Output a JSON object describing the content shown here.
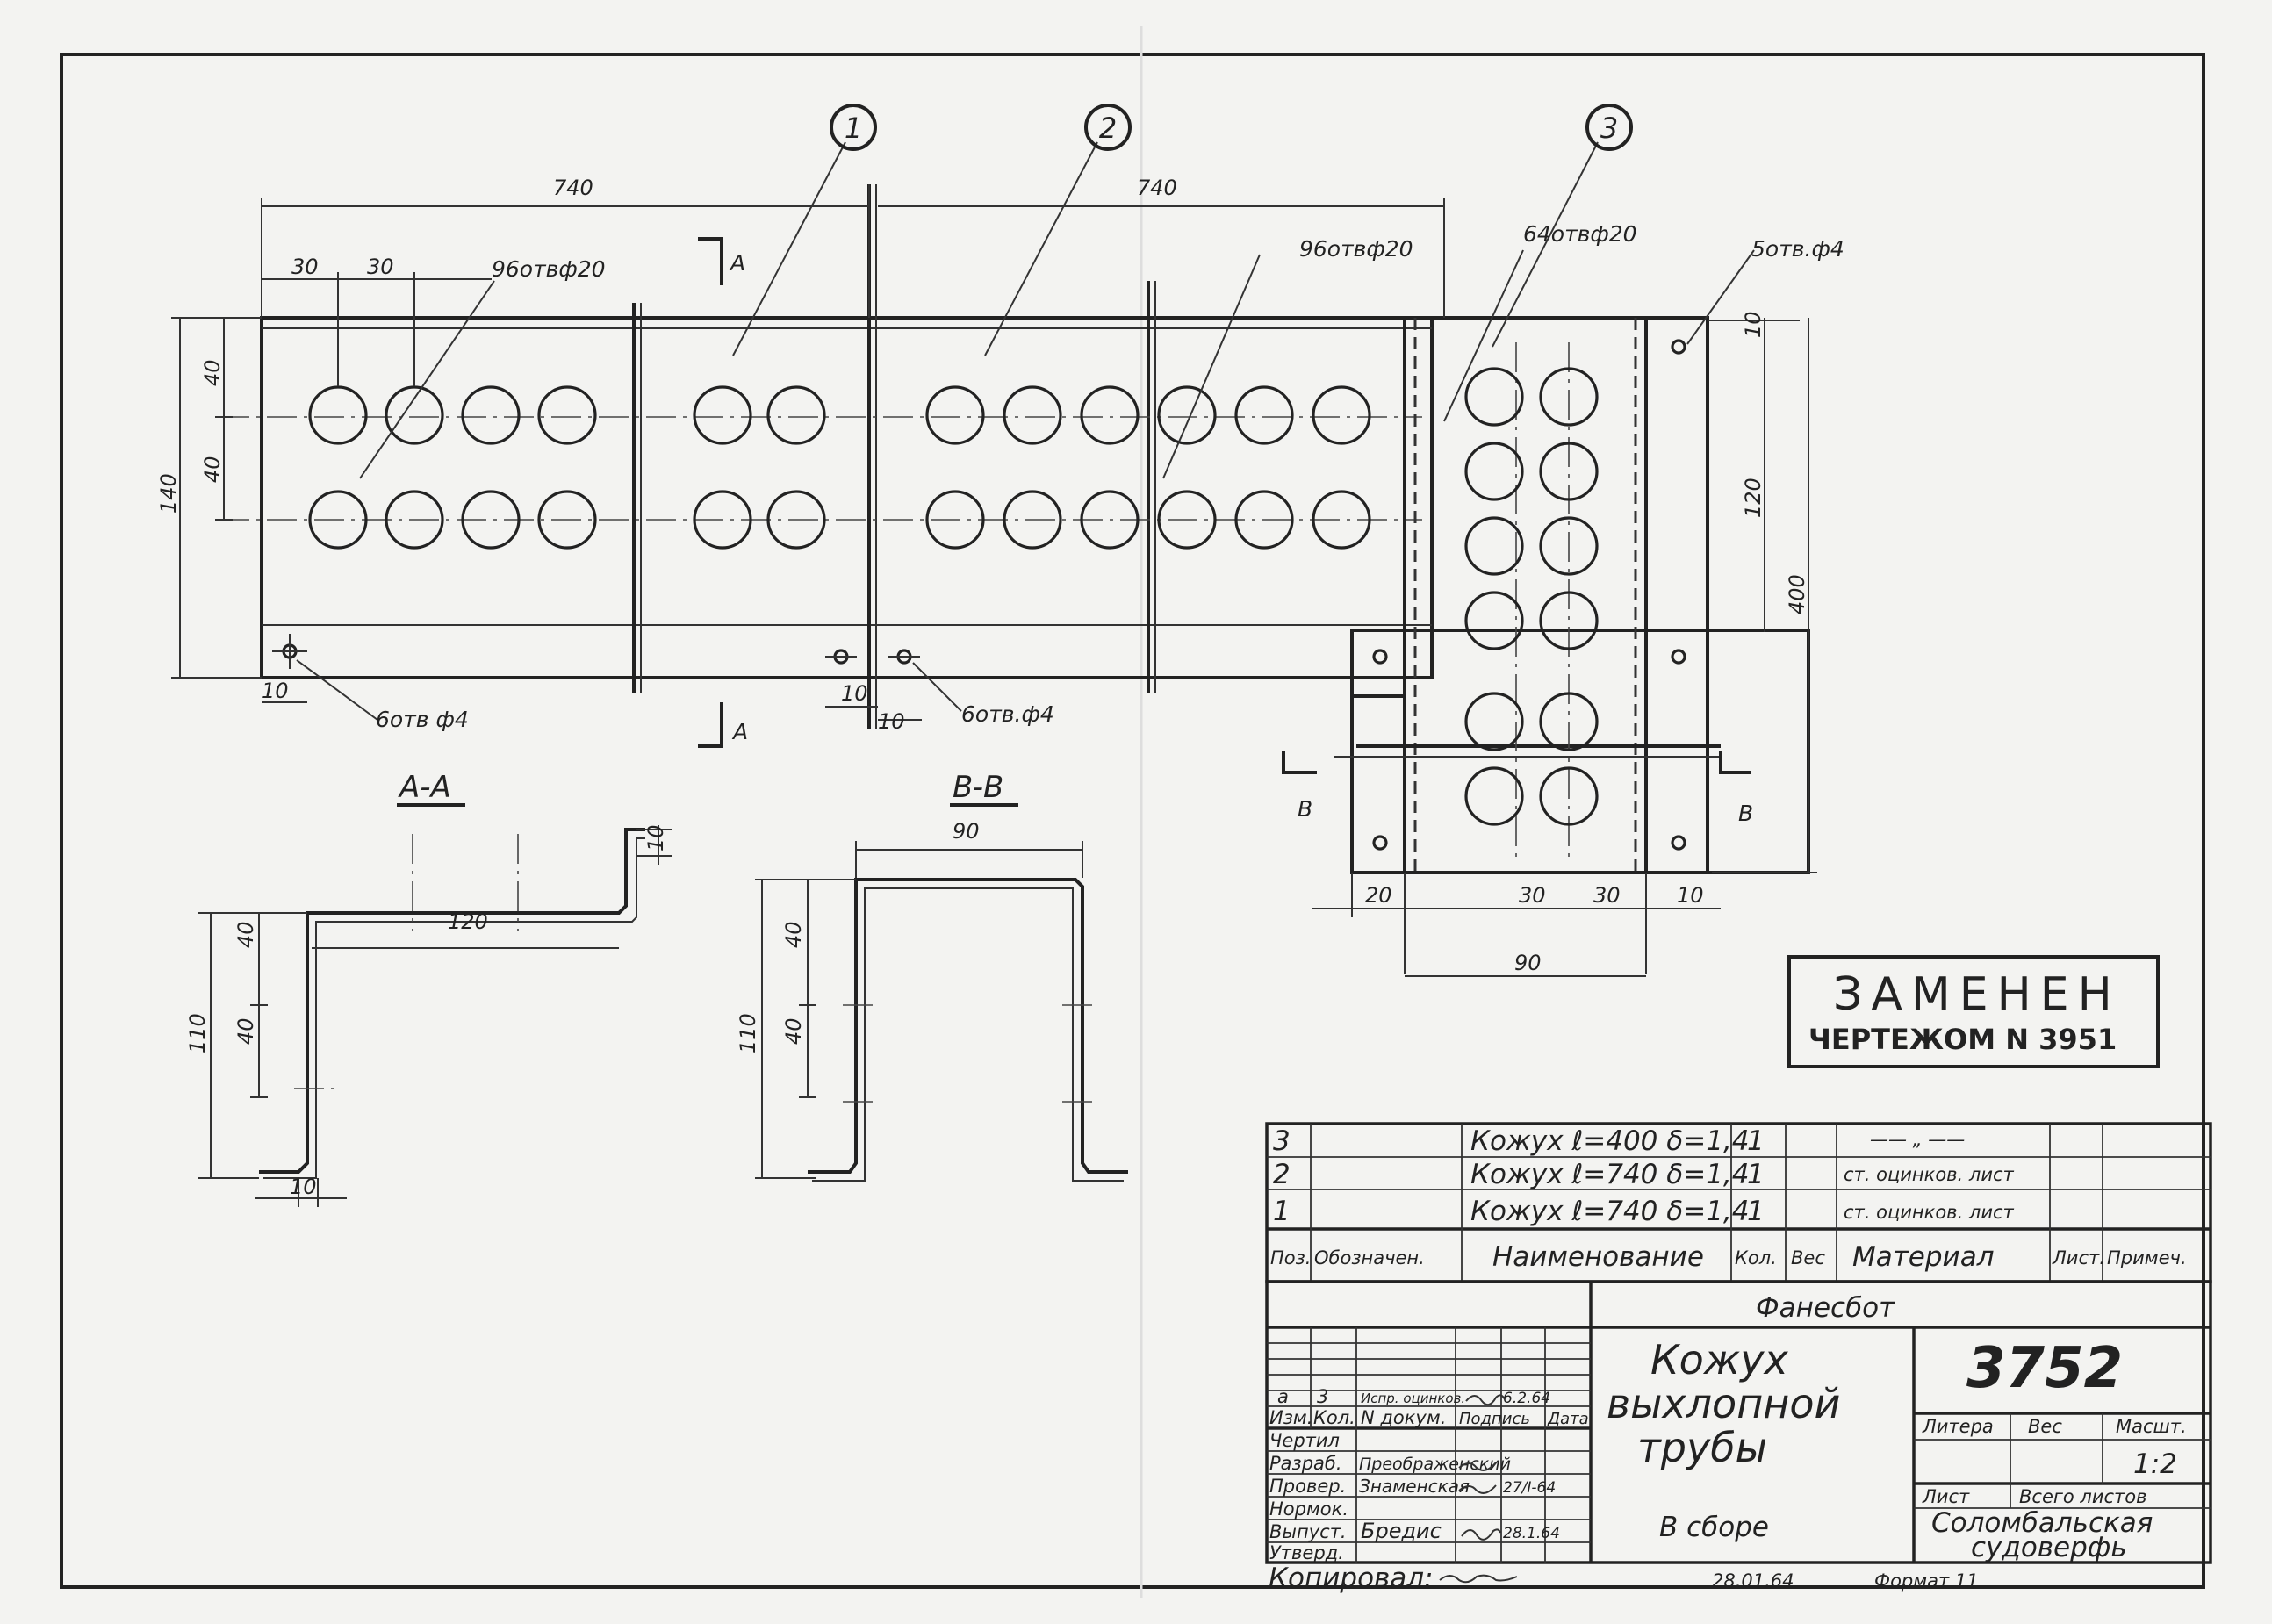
{
  "balloons": [
    "1",
    "2",
    "3"
  ],
  "dimensions": {
    "len1": "740",
    "len2": "740",
    "pitch_a": "30",
    "pitch_b": "30",
    "row1": "40",
    "row2": "40",
    "height": "140",
    "edge_left": "10",
    "edge_mid": "10",
    "edge_mid2": "10",
    "top3": "10",
    "span3": "120",
    "height3": "400",
    "b_20": "20",
    "b_30a": "30",
    "b_30b": "30",
    "b_10": "10",
    "b_90": "90",
    "aa_10top": "10",
    "aa_120": "120",
    "aa_40a": "40",
    "aa_40b": "40",
    "aa_110": "110",
    "aa_10bot": "10",
    "bb_90": "90",
    "bb_40a": "40",
    "bb_40b": "40",
    "bb_110": "110"
  },
  "notes": {
    "holes1": "96отвф20",
    "holes2": "96отвф20",
    "holes3": "64отвф20",
    "small3": "5отв.ф4",
    "small1": "6отв ф4",
    "small2": "6отв.ф4"
  },
  "section_marks": {
    "a_top": "A",
    "a_bot": "A",
    "b_left": "B",
    "b_right": "B"
  },
  "section_titles": {
    "aa": "А-А",
    "bb": "B-B"
  },
  "stamp": {
    "line1": "ЗАМЕНЕН",
    "line2": "ЧЕРТЕЖОМ N 3951"
  },
  "bom": {
    "rows": [
      {
        "pos": "3",
        "name": "Кожух ℓ=400 δ=1,4",
        "qty": "1",
        "material": "—— „ ——"
      },
      {
        "pos": "2",
        "name": "Кожух ℓ=740 δ=1,4",
        "qty": "1",
        "material": "ст. оцинков. лист"
      },
      {
        "pos": "1",
        "name": "Кожух ℓ=740 δ=1,4",
        "qty": "1",
        "material": "ст. оцинков. лист"
      }
    ],
    "header": {
      "pos": "Поз.",
      "designation": "Обозначен.",
      "name": "Наименование",
      "qty": "Кол.",
      "weight": "Вес",
      "material": "Материал",
      "sheet": "Лист.",
      "note": "Примеч."
    }
  },
  "title_block": {
    "project": "Фанесбот",
    "number": "3752",
    "title_l1": "Кожух",
    "title_l2": "выхлопной",
    "title_l3": "трубы",
    "subtitle": "В сборе",
    "litera": "Литера",
    "ves": "Вес",
    "masht": "Масшт.",
    "scale": "1:2",
    "list": "Лист",
    "vsego": "Всего листов",
    "org1": "Соломбальская",
    "org2": "судоверфь",
    "rev": {
      "a": "а",
      "kol": "3",
      "doc": "Испр. оцинков.",
      "date": "6.2.64"
    },
    "head": {
      "izm": "Изм.",
      "kol": "Кол.",
      "ndoc": "N докум.",
      "podp": "Подпись",
      "data": "Дата"
    },
    "roles": [
      {
        "role": "Чертил",
        "name": "",
        "date": ""
      },
      {
        "role": "Разраб.",
        "name": "Преображенский",
        "date": ""
      },
      {
        "role": "Провер.",
        "name": "Знаменская",
        "date": "27/I-64"
      },
      {
        "role": "Нормок.",
        "name": "",
        "date": ""
      },
      {
        "role": "Выпуст.",
        "name": "Бредис",
        "date": "28.1.64"
      },
      {
        "role": "Утверд.",
        "name": "",
        "date": ""
      }
    ],
    "copied_label": "Копировал:",
    "copied_date": "28.01.64",
    "format": "Формат 11"
  }
}
